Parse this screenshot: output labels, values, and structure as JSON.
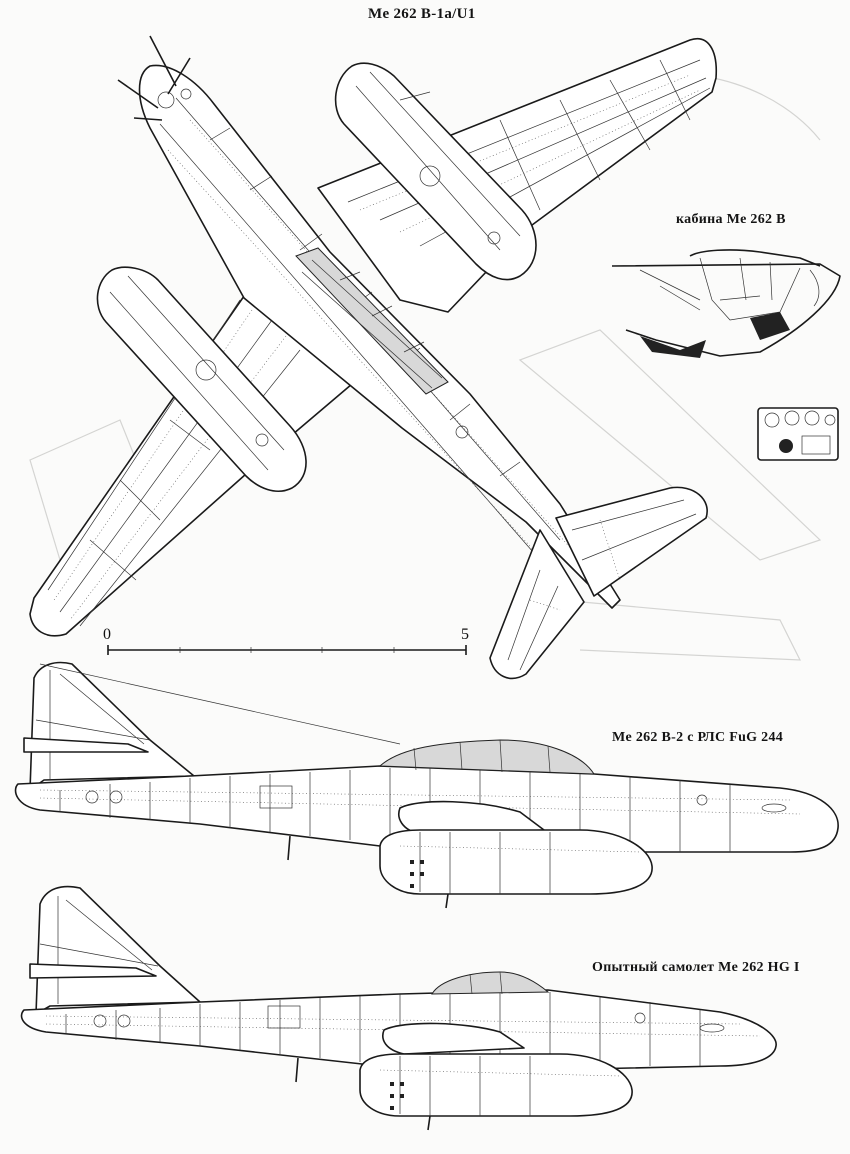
{
  "captions": {
    "top_view": "Me 262 B-1a/U1",
    "cockpit": "кабина Me 262 B",
    "side_b2": "Me 262 B-2 с РЛС FuG 244",
    "side_hg1": "Опытный самолет Me 262 HG I"
  },
  "scale_bar": {
    "start_label": "0",
    "end_label": "5"
  },
  "icons": [
    "aircraft-top-view-drawing",
    "cockpit-drawing",
    "instrument-panel-drawing",
    "aircraft-side-view-drawing"
  ],
  "colors": {
    "paper": "#fbfbfa",
    "ink": "#1a1a1a"
  }
}
